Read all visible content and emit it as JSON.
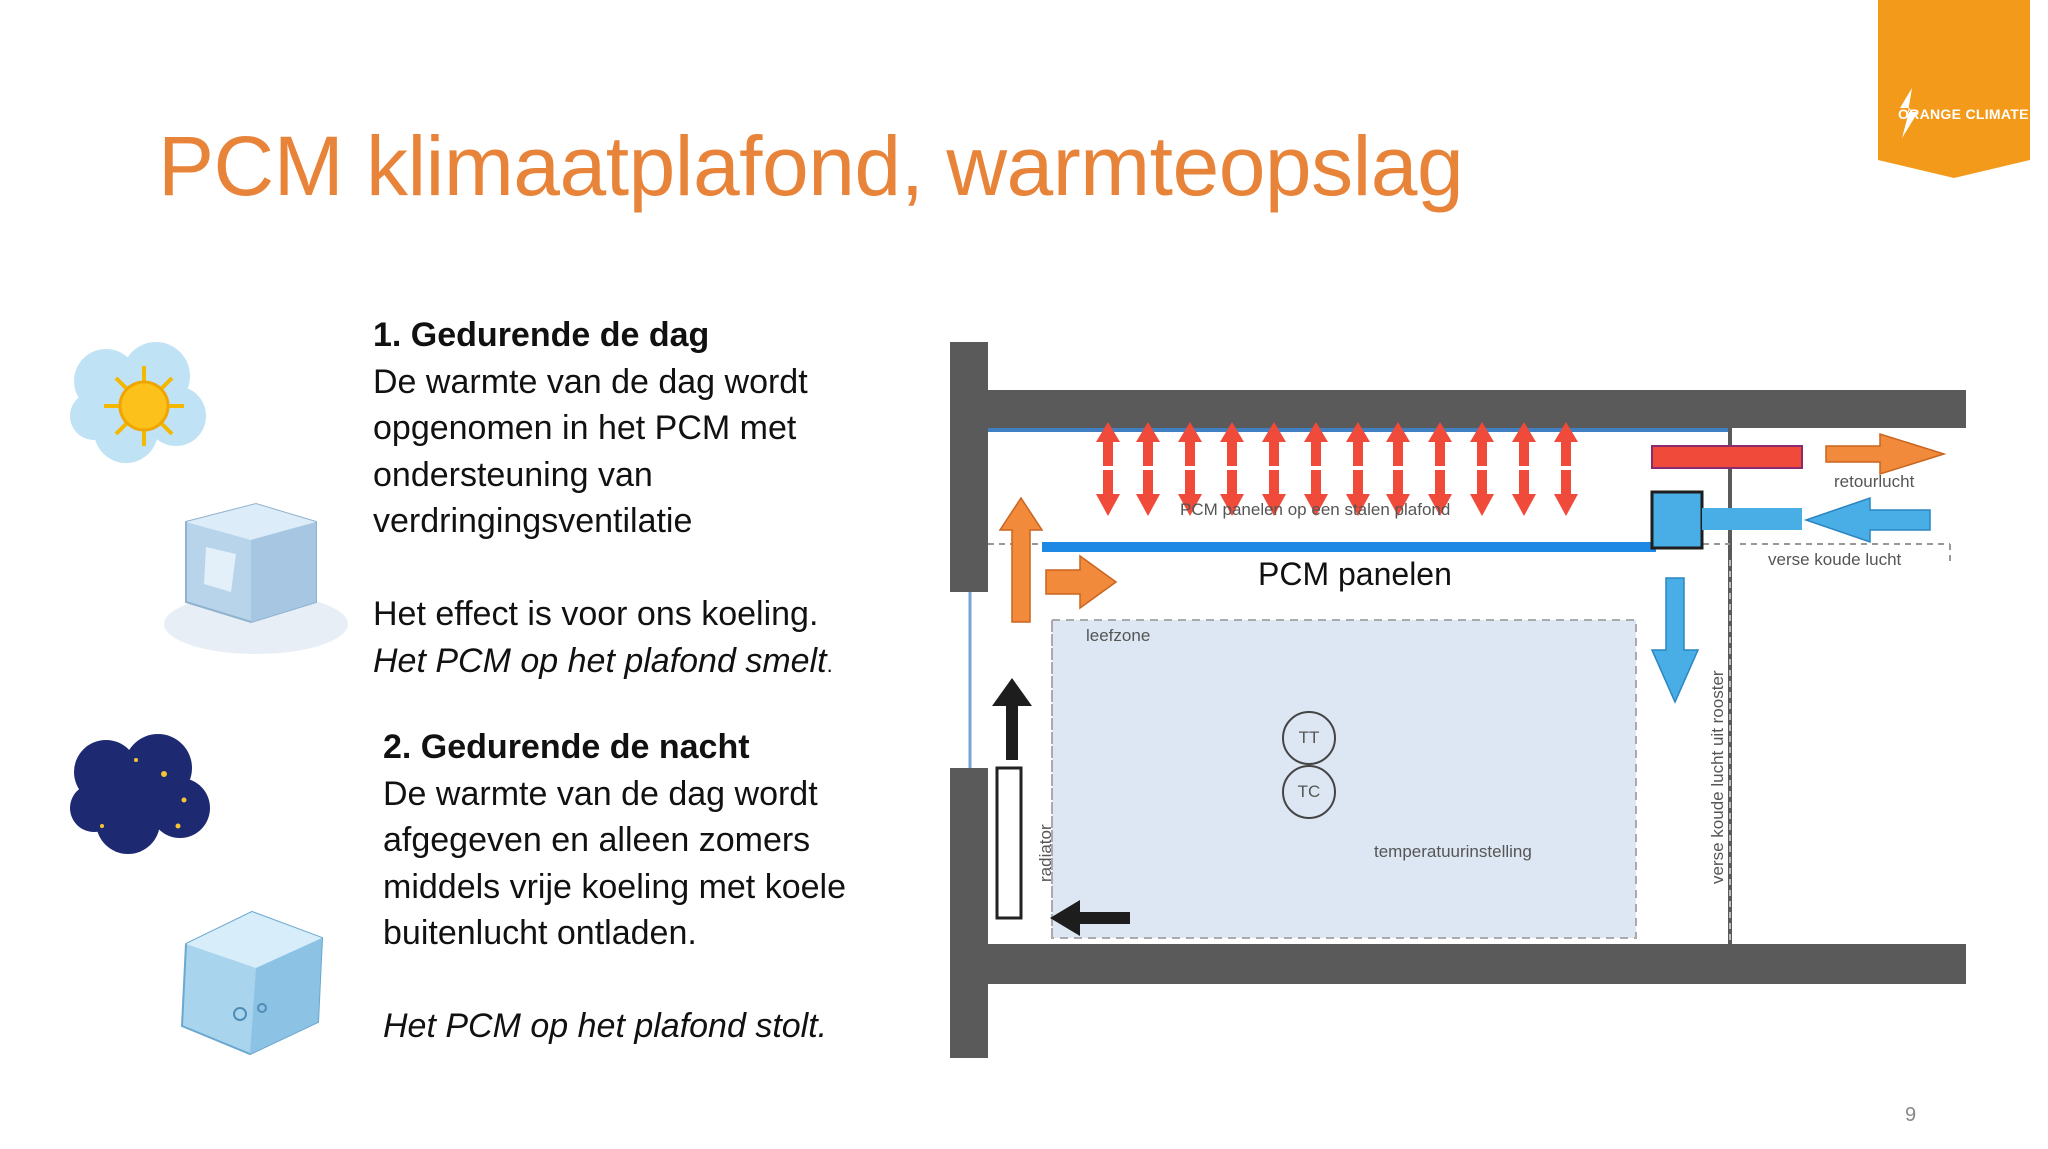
{
  "title": "PCM klimaatplafond, warmteopslag",
  "logo": {
    "text": "ORANGE CLIMATE",
    "color": "#f39a1b"
  },
  "colors": {
    "accent": "#e8843a",
    "wall": "#5a5a5a",
    "red_arrow": "#f04a3a",
    "blue_arrow": "#4aaee6",
    "orange_arrow": "#f28a3c",
    "zone": "#dde7f3"
  },
  "day": {
    "heading": "1.  Gedurende de dag",
    "lines": [
      "De warmte van de dag wordt",
      "opgenomen in het PCM met",
      "ondersteuning van",
      "verdringingsventilatie"
    ],
    "effect": "Het effect is voor ons koeling.",
    "italic": "Het PCM op het plafond smelt",
    "italic_end": "."
  },
  "night": {
    "heading": "2. Gedurende de nacht",
    "lines": [
      "De warmte van de dag wordt",
      "afgegeven en alleen zomers",
      "middels vrije koeling met koele",
      "buitenlucht ontladen."
    ],
    "italic": "Het PCM op het plafond stolt."
  },
  "icons": [
    "sun-icon",
    "ice-cube-melting-icon",
    "moon-stars-icon",
    "ice-cube-icon"
  ],
  "diagram": {
    "ceiling_label": "PCM panelen op een stalen plafond",
    "panel_label": "PCM panelen",
    "leefzone": "leefzone",
    "tt": "TT",
    "tc": "TC",
    "temperatuurinstelling": "temperatuurinstelling",
    "radiator": "radiator",
    "retourlucht": "retourlucht",
    "verse_koude_lucht": "verse koude lucht",
    "rooster": "verse koude lucht uit rooster"
  },
  "page_number": "9"
}
